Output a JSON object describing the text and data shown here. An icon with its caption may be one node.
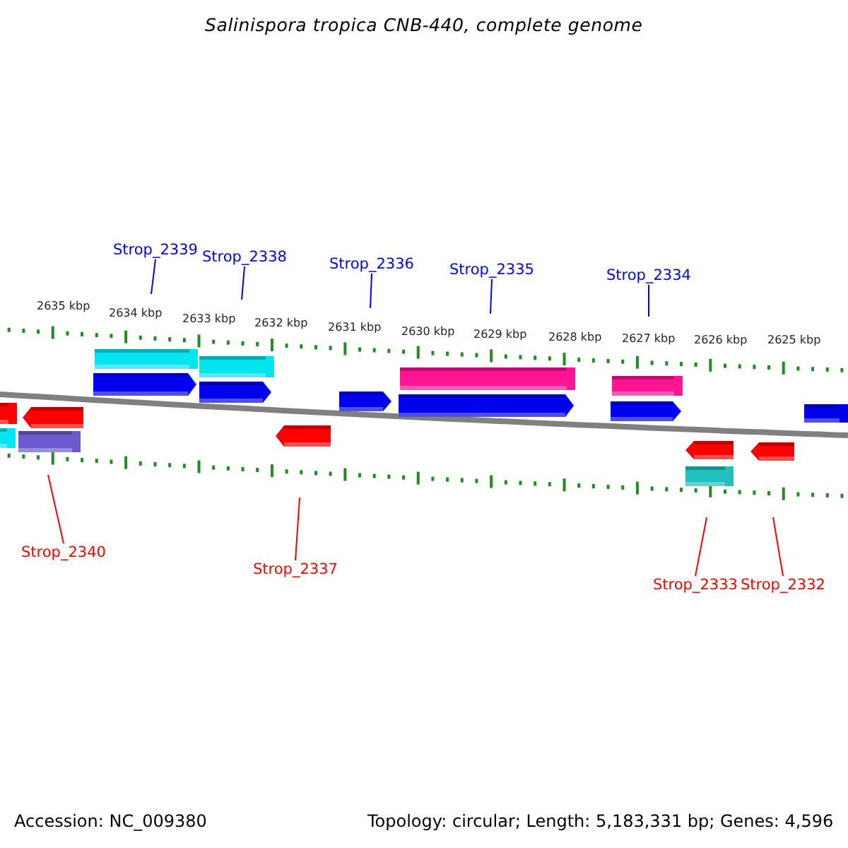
{
  "diagram": {
    "title": "Salinispora tropica CNB-440, complete genome",
    "nodes": [
      {
        "text": [
          "Strop_2339"
        ]
      },
      {
        "text": [
          "Strop_2338"
        ]
      },
      {
        "text": [
          "Strop_2336"
        ]
      },
      {
        "text": [
          "Strop_2335"
        ]
      },
      {
        "text": [
          "Strop_2334"
        ]
      },
      {
        "text": [
          "Strop_2340"
        ]
      },
      {
        "text": [
          "Strop_2337"
        ]
      },
      {
        "text": [
          "Strop_2333"
        ]
      },
      {
        "text": [
          "Strop_2332"
        ]
      }
    ],
    "edges": [
      {
        "from": 0,
        "to": null,
        "arrow": "none"
      },
      {
        "from": 1,
        "to": null,
        "arrow": "none"
      },
      {
        "from": 2,
        "to": null,
        "arrow": "none"
      },
      {
        "from": 3,
        "to": null,
        "arrow": "none"
      },
      {
        "from": 4,
        "to": null,
        "arrow": "none"
      },
      {
        "from": 5,
        "to": null,
        "arrow": "none",
        "color": "#ff0000"
      },
      {
        "from": 6,
        "to": null,
        "arrow": "none",
        "color": "#ff0000"
      },
      {
        "from": 7,
        "to": null,
        "arrow": "none",
        "color": "#ff0000"
      },
      {
        "from": 8,
        "to": null,
        "arrow": "none",
        "color": "#ff0000"
      }
    ],
    "labels": [
      "2635 kbp",
      "2634 kbp",
      "2633 kbp",
      "2632 kbp",
      "2631 kbp",
      "2630 kbp",
      "2629 kbp",
      "2628 kbp",
      "2627 kbp",
      "2626 kbp",
      "2625 kbp",
      "Accession: NC_009380",
      "Topology: circular; Length: 5,183,331 bp; Genes: 4,596"
    ]
  }
}
